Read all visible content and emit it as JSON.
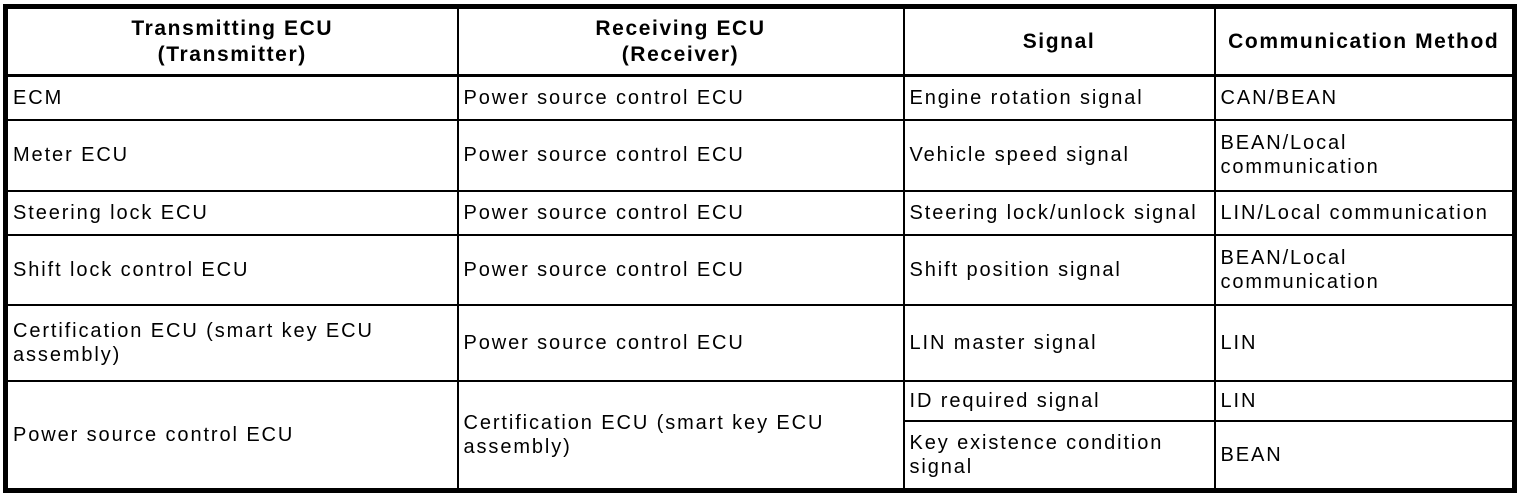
{
  "table": {
    "headers": [
      "Transmitting ECU\n(Transmitter)",
      "Receiving ECU\n(Receiver)",
      "Signal",
      "Communication Method"
    ],
    "rows": [
      {
        "transmitter": "ECM",
        "receiver": "Power source control ECU",
        "signal": "Engine rotation signal",
        "method": "CAN/BEAN"
      },
      {
        "transmitter": "Meter ECU",
        "receiver": "Power source control ECU",
        "signal": "Vehicle speed signal",
        "method": "BEAN/Local\ncommunication"
      },
      {
        "transmitter": "Steering lock ECU",
        "receiver": "Power source control ECU",
        "signal": "Steering lock/unlock signal",
        "method": "LIN/Local communication"
      },
      {
        "transmitter": "Shift lock control ECU",
        "receiver": "Power source control ECU",
        "signal": "Shift position signal",
        "method": "BEAN/Local\ncommunication"
      },
      {
        "transmitter": "Certification ECU (smart key ECU\nassembly)",
        "receiver": "Power source control ECU",
        "signal": "LIN master signal",
        "method": "LIN"
      },
      {
        "transmitter": "Power source control ECU",
        "receiver": "Certification ECU (smart key ECU\nassembly)",
        "signals": [
          {
            "signal": "ID required signal",
            "method": "LIN"
          },
          {
            "signal": "Key existence condition\nsignal",
            "method": "BEAN"
          }
        ]
      }
    ]
  }
}
